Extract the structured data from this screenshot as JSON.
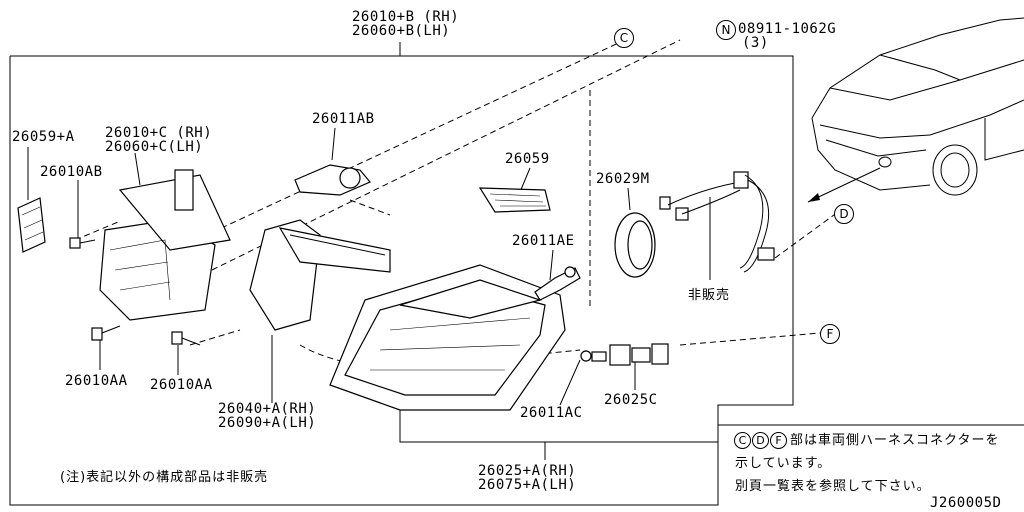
{
  "labels": {
    "top_assy_rh": "26010+B (RH)",
    "top_assy_lh": "26060+B(LH)",
    "bolt_code": "08911-1062G",
    "bolt_qty": "(3)",
    "bolt_prefix": "N",
    "p26059a": "26059+A",
    "p26010c_rh": "26010+C (RH)",
    "p26060c_lh": "26060+C(LH)",
    "p26011ab": "26011AB",
    "p26010ab": "26010AB",
    "p26059": "26059",
    "p26029m": "26029M",
    "p26011ae": "26011AE",
    "hihanbai": "非販売",
    "p26010aa_1": "26010AA",
    "p26010aa_2": "26010AA",
    "p26040a_rh": "26040+A(RH)",
    "p26090a_lh": "26090+A(LH)",
    "p26011ac": "26011AC",
    "p26025c": "26025C",
    "p26025a_rh": "26025+A(RH)",
    "p26075a_lh": "26075+A(LH)",
    "note": "(注)表記以外の構成部品は非販売",
    "conn_note_1": "部は車両側ハーネスコネクターを",
    "conn_note_2": "示しています。",
    "conn_note_3": "別頁一覧表を参照して下さい。",
    "diagram_id": "J260005D"
  },
  "callouts": {
    "c": "C",
    "d": "D",
    "f": "F",
    "note_c": "C",
    "note_d": "D",
    "note_f": "F"
  }
}
